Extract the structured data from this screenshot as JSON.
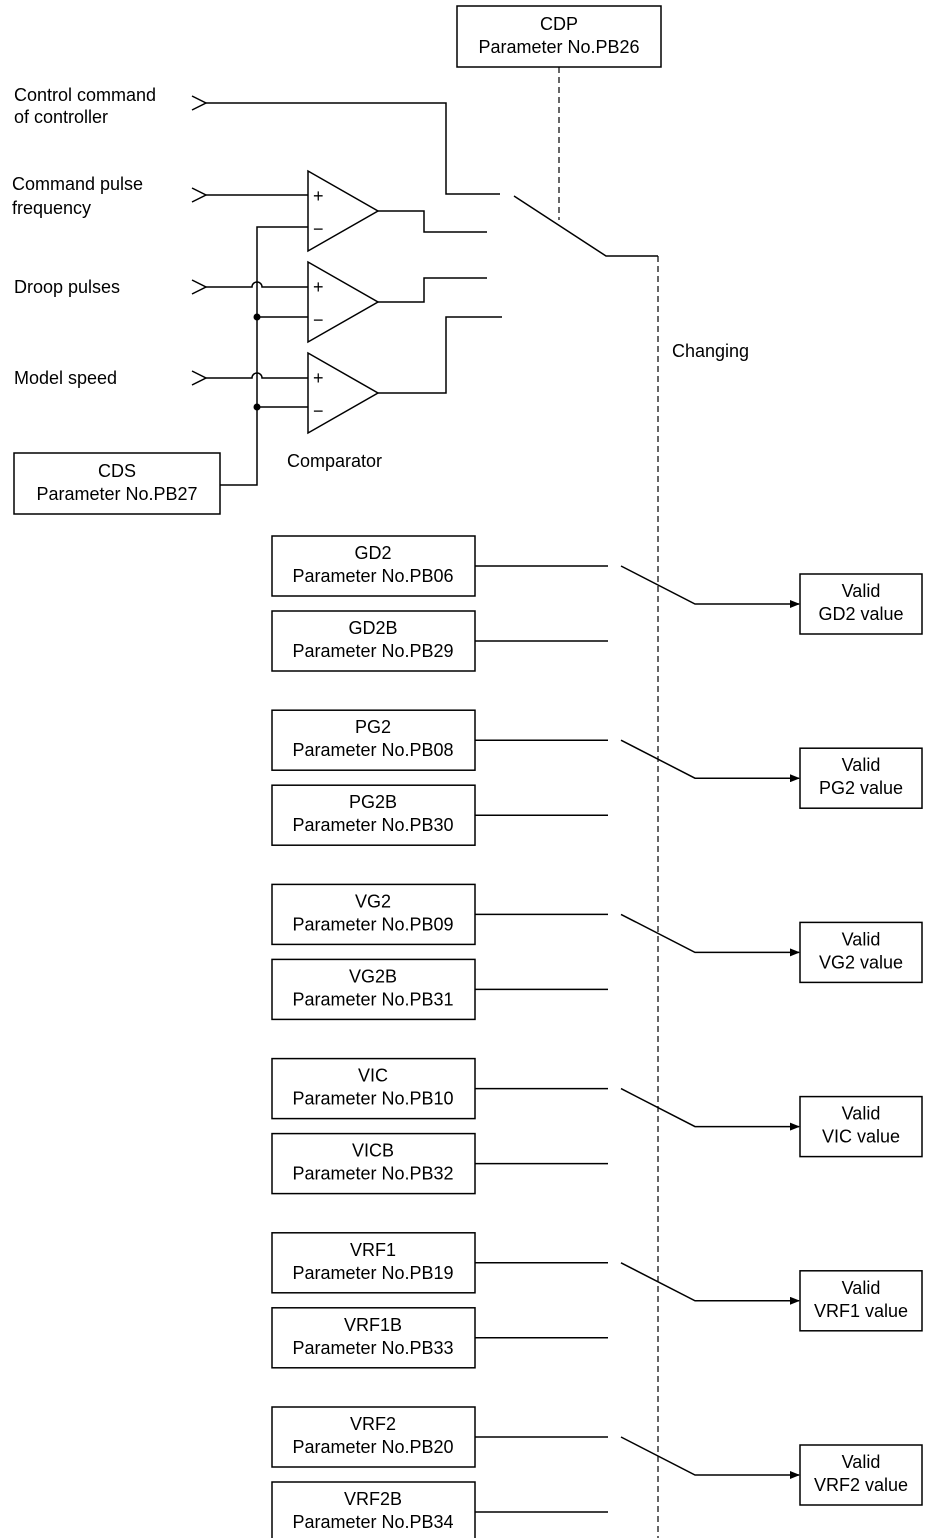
{
  "cdp": {
    "name": "CDP",
    "param": "Parameter No.PB26"
  },
  "cds": {
    "name": "CDS",
    "param": "Parameter No.PB27"
  },
  "inputs": {
    "control_command": [
      "Control command",
      "of controller"
    ],
    "command_pulse": [
      "Command pulse",
      "frequency"
    ],
    "droop_pulses": "Droop pulses",
    "model_speed": "Model speed"
  },
  "comparator_label": "Comparator",
  "changing_label": "Changing",
  "comparator_signs": {
    "plus": "+",
    "minus": "−"
  },
  "groups": [
    {
      "primary": {
        "name": "GD2",
        "param": "Parameter No.PB06"
      },
      "secondary": {
        "name": "GD2B",
        "param": "Parameter No.PB29"
      },
      "output": [
        "Valid",
        "GD2 value"
      ]
    },
    {
      "primary": {
        "name": "PG2",
        "param": "Parameter No.PB08"
      },
      "secondary": {
        "name": "PG2B",
        "param": "Parameter No.PB30"
      },
      "output": [
        "Valid",
        "PG2 value"
      ]
    },
    {
      "primary": {
        "name": "VG2",
        "param": "Parameter No.PB09"
      },
      "secondary": {
        "name": "VG2B",
        "param": "Parameter No.PB31"
      },
      "output": [
        "Valid",
        "VG2 value"
      ]
    },
    {
      "primary": {
        "name": "VIC",
        "param": "Parameter No.PB10"
      },
      "secondary": {
        "name": "VICB",
        "param": "Parameter No.PB32"
      },
      "output": [
        "Valid",
        "VIC value"
      ]
    },
    {
      "primary": {
        "name": "VRF1",
        "param": "Parameter No.PB19"
      },
      "secondary": {
        "name": "VRF1B",
        "param": "Parameter No.PB33"
      },
      "output": [
        "Valid",
        "VRF1 value"
      ]
    },
    {
      "primary": {
        "name": "VRF2",
        "param": "Parameter No.PB20"
      },
      "secondary": {
        "name": "VRF2B",
        "param": "Parameter No.PB34"
      },
      "output": [
        "Valid",
        "VRF2 value"
      ]
    }
  ]
}
